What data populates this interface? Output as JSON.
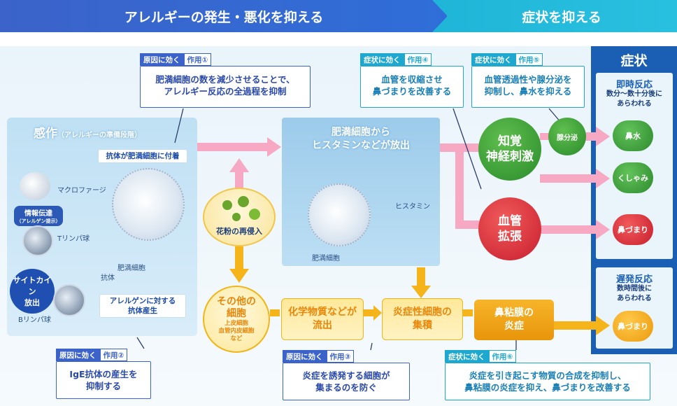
{
  "banner": {
    "left": "アレルギーの発生・悪化を抑える",
    "right": "症状を抑える"
  },
  "sensitization": {
    "title": "感作",
    "title_sub": "（アレルギーの準備段階）",
    "antibody_attach": "抗体が肥満細胞に付着",
    "macrophage": "マクロファージ",
    "info_transfer": "情報伝達",
    "info_transfer_sub": "（アレルゲン提示）",
    "t_cell": "Tリンパ球",
    "cytokine_1": "サイトカイン",
    "cytokine_2": "放出",
    "b_cell": "Bリンパ球",
    "mast_cell": "肥満細胞",
    "antibody": "抗体",
    "antibody_production_1": "アレルゲンに対する",
    "antibody_production_2": "抗体産生"
  },
  "actions": {
    "a1": {
      "tag1": "原因に効く",
      "tag2": "作用①",
      "line1": "肥満細胞の数を減少させることで、",
      "line2": "アレルギー反応の全過程を抑制"
    },
    "a2": {
      "tag1": "原因に効く",
      "tag2": "作用②",
      "line1": "IgE抗体の産生を",
      "line2": "抑制する"
    },
    "a3": {
      "tag1": "原因に効く",
      "tag2": "作用③",
      "line1": "炎症を誘発する細胞が",
      "line2": "集まるのを防ぐ"
    },
    "a4": {
      "tag1": "症状に効く",
      "tag2": "作用④",
      "line1": "血管を収縮させ",
      "line2": "鼻づまりを改善する"
    },
    "a5": {
      "tag1": "症状に効く",
      "tag2": "作用⑤",
      "line1": "血管透過性や腺分泌を",
      "line2": "抑制し、鼻水を抑える"
    },
    "a6": {
      "tag1": "症状に効く",
      "tag2": "作用⑥",
      "line1": "炎症を引き起こす物質の合成を抑制し、",
      "line2": "鼻粘膜の炎症を抑え、鼻づまりを改善する"
    }
  },
  "pollen": "花粉の再侵入",
  "release": {
    "line1": "肥満細胞から",
    "line2": "ヒスタミンなどが放出",
    "histamine": "ヒスタミン",
    "mast_cell": "肥満細胞"
  },
  "other_cells": {
    "line1": "その他の",
    "line2": "細胞",
    "sub1": "上皮細胞",
    "sub2": "血管内皮細胞",
    "sub3": "など"
  },
  "chemicals": {
    "line1": "化学物質などが",
    "line2": "流出"
  },
  "inflam_cells": {
    "line1": "炎症性細胞の",
    "line2": "集積"
  },
  "mucosa": {
    "line1": "鼻粘膜の",
    "line2": "炎症"
  },
  "nerve": {
    "line1": "知覚",
    "line2": "神経刺激"
  },
  "gland": "腺分泌",
  "vessel": {
    "line1": "血管",
    "line2": "拡張"
  },
  "symptoms": {
    "title": "症状",
    "immediate": "即時反応",
    "immediate_sub1": "数分～数十分後に",
    "immediate_sub2": "あらわれる",
    "runny": "鼻水",
    "sneeze": "くしゃみ",
    "congestion": "鼻づまり",
    "delayed": "遅発反応",
    "delayed_sub1": "数時間後に",
    "delayed_sub2": "あらわれる",
    "congestion_late": "鼻づまり"
  },
  "colors": {
    "blue": "#3b63c9",
    "cyan": "#1fa8cf",
    "pink": "#f7a9c4",
    "orange": "#f4b41a",
    "green": "#3aa63a",
    "red": "#e8283a",
    "navy": "#1b5fb5"
  }
}
